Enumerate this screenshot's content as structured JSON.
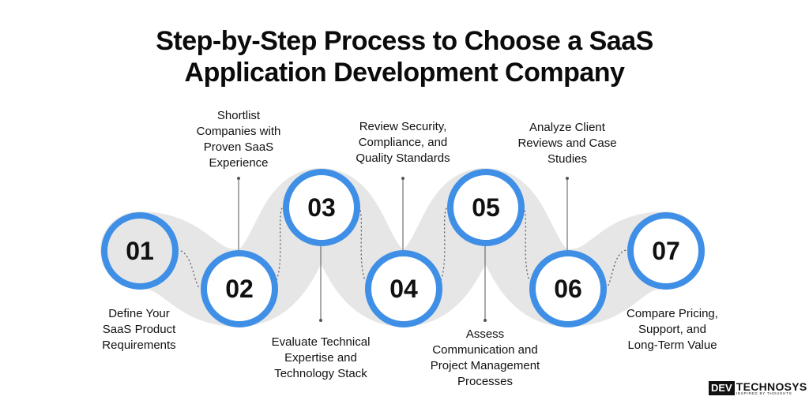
{
  "title": {
    "line1": "Step-by-Step Process to Choose a SaaS",
    "line2": "Application Development Company"
  },
  "colors": {
    "accent": "#3f8fe6",
    "band": "#e6e6e6",
    "text": "#111111"
  },
  "steps": [
    {
      "number": "01",
      "label": [
        "Define Your",
        "SaaS Product",
        "Requirements"
      ]
    },
    {
      "number": "02",
      "label": [
        "Shortlist",
        "Companies with",
        "Proven SaaS",
        "Experience"
      ]
    },
    {
      "number": "03",
      "label": [
        "Evaluate Technical",
        "Expertise and",
        "Technology Stack"
      ]
    },
    {
      "number": "04",
      "label": [
        "Review Security,",
        "Compliance, and",
        "Quality Standards"
      ]
    },
    {
      "number": "05",
      "label": [
        "Assess",
        "Communication and",
        "Project Management",
        "Processes"
      ]
    },
    {
      "number": "06",
      "label": [
        "Analyze Client",
        "Reviews and Case",
        "Studies"
      ]
    },
    {
      "number": "07",
      "label": [
        "Compare Pricing,",
        "Support, and",
        "Long-Term Value"
      ]
    }
  ],
  "logo": {
    "brand_left": "DEV",
    "brand_right": "TECHNOSYS",
    "tagline": "INSPIRED BY THOUGHTS"
  }
}
